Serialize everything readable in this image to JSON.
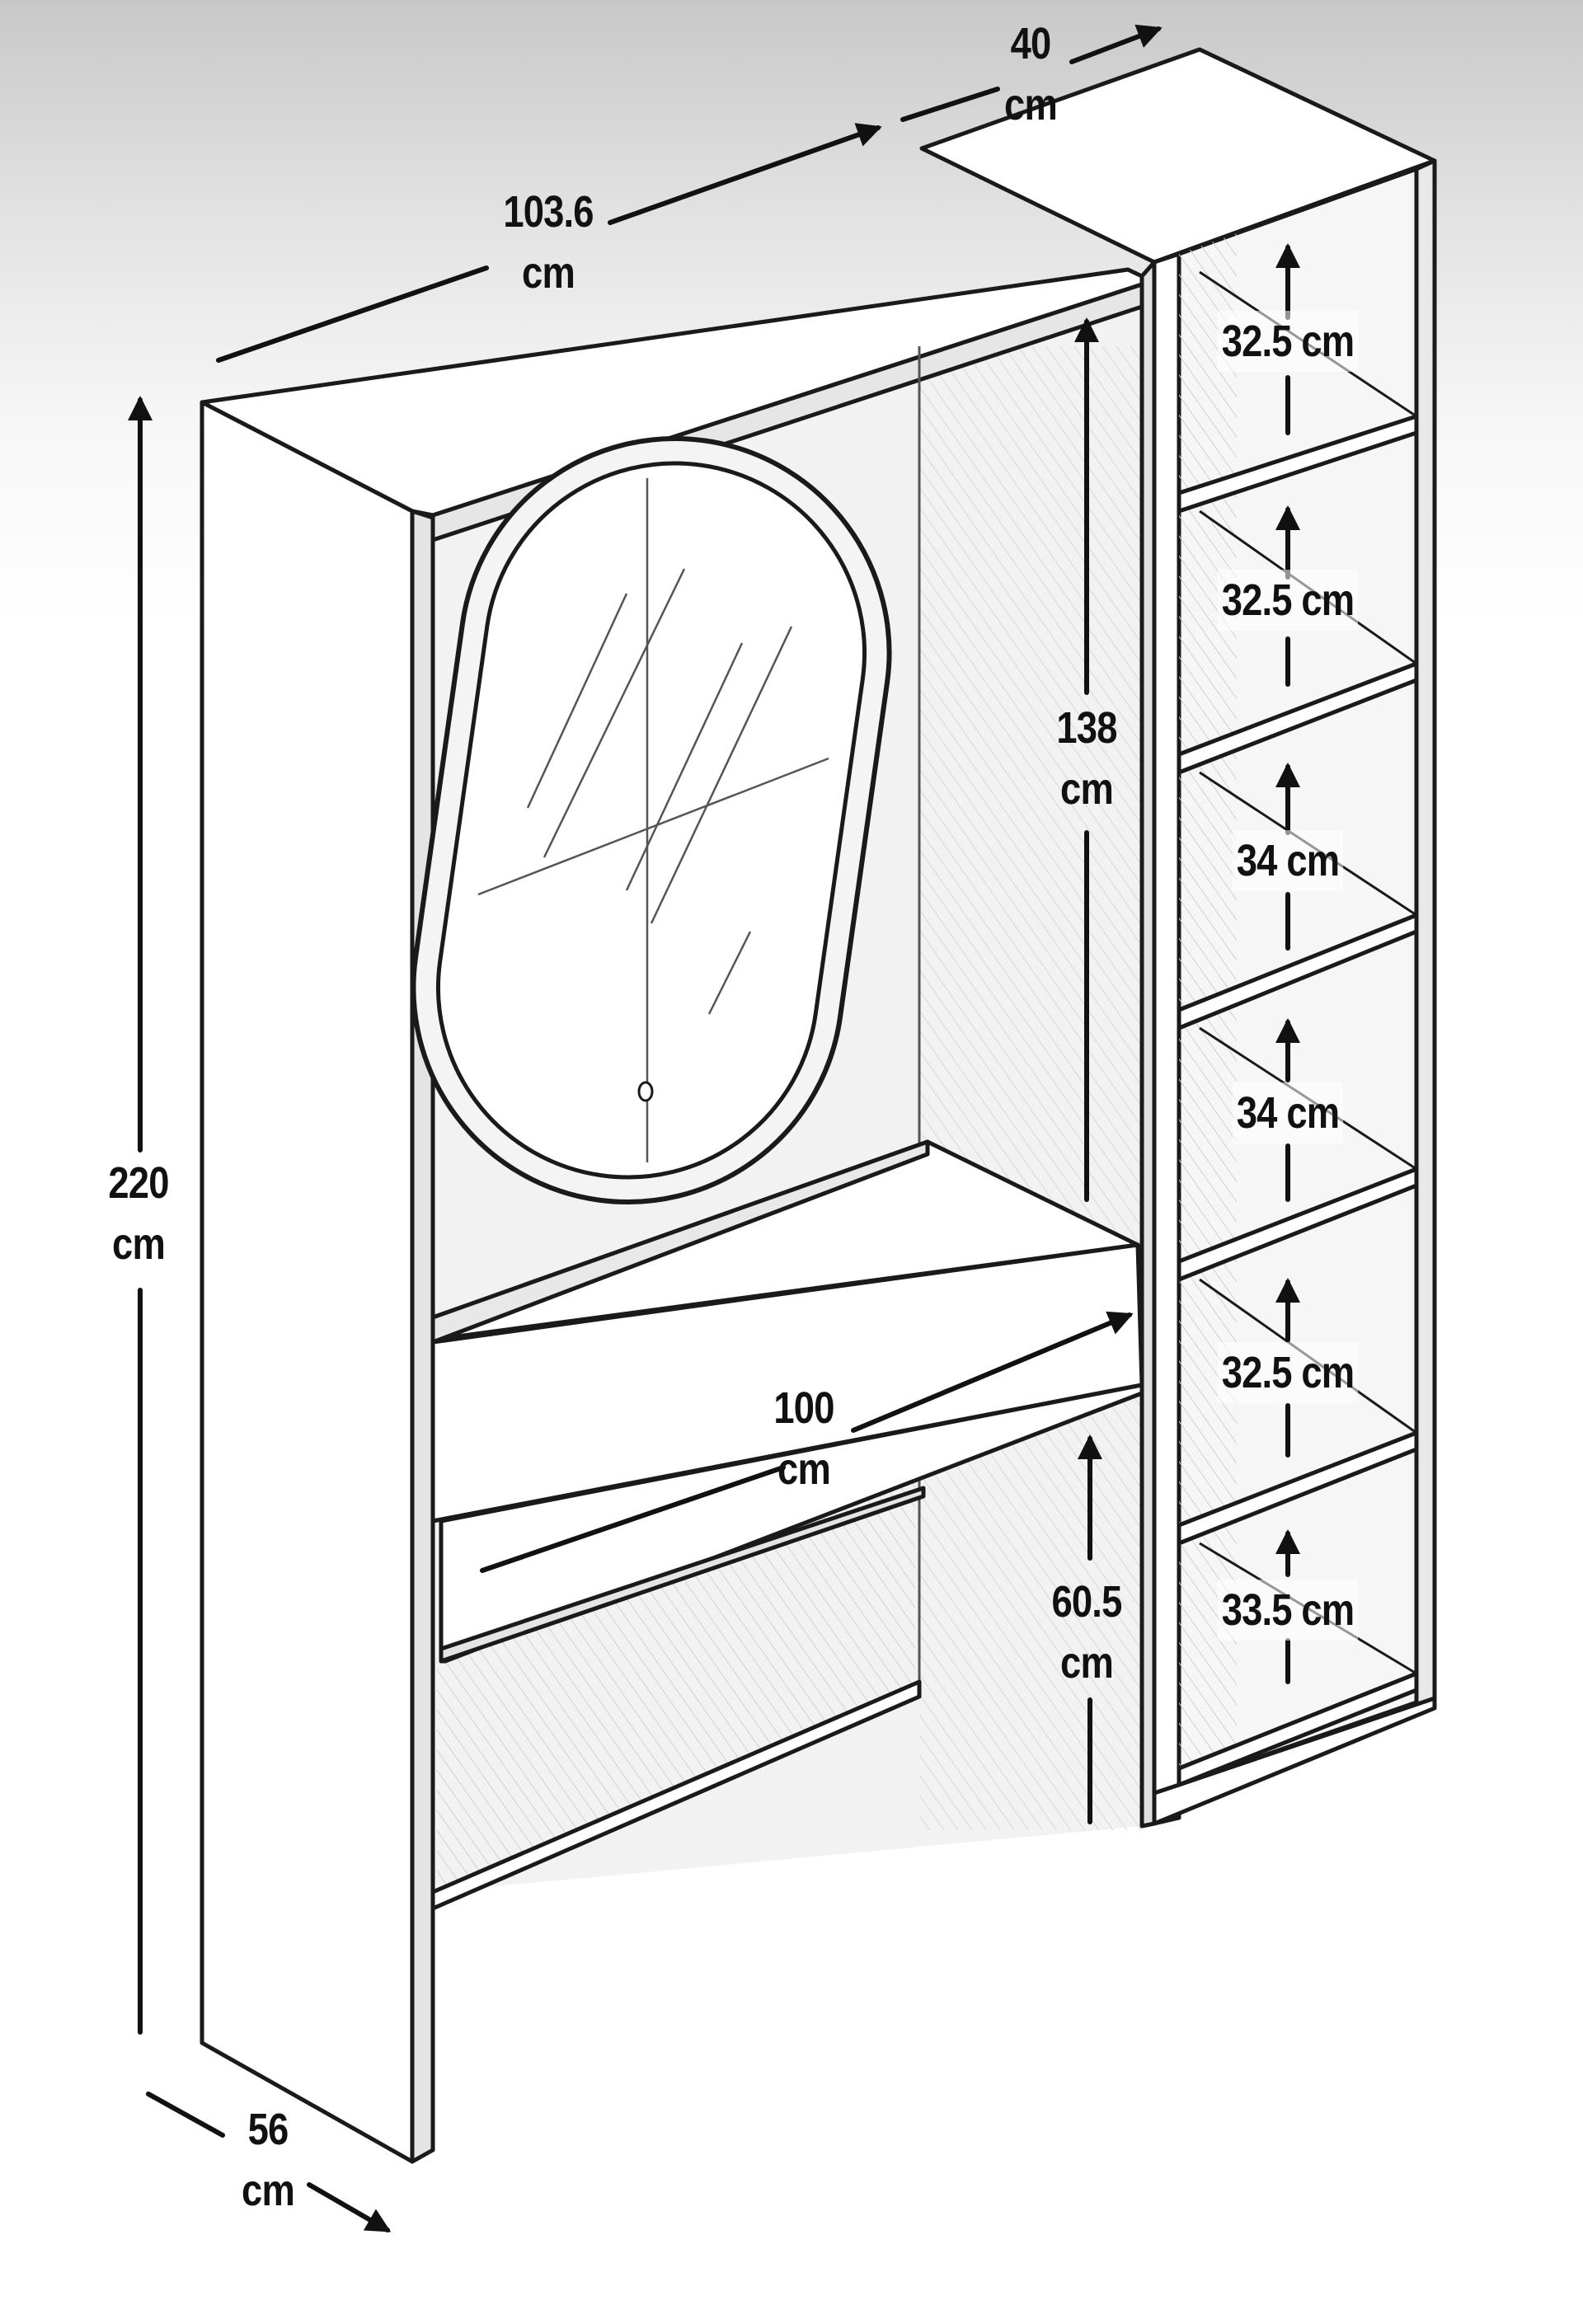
{
  "diagram": {
    "colors": {
      "ink": "#1a1a1a",
      "panel": "#ffffff",
      "shade": "#e2e2e2",
      "background": "#ffffff"
    },
    "icons": [
      "led-touch-button-icon"
    ],
    "dimensions": {
      "total_height": "220\ncm",
      "depth": "56\ncm",
      "top_width": "103.6\ncm",
      "column_depth": "40\ncm",
      "mirror_zone_height": "138\ncm",
      "desk_width": "100\ncm",
      "desk_height": "60.5\ncm",
      "shelves": [
        "32.5 cm",
        "32.5 cm",
        "34 cm",
        "34 cm",
        "32.5 cm",
        "33.5 cm"
      ]
    }
  }
}
